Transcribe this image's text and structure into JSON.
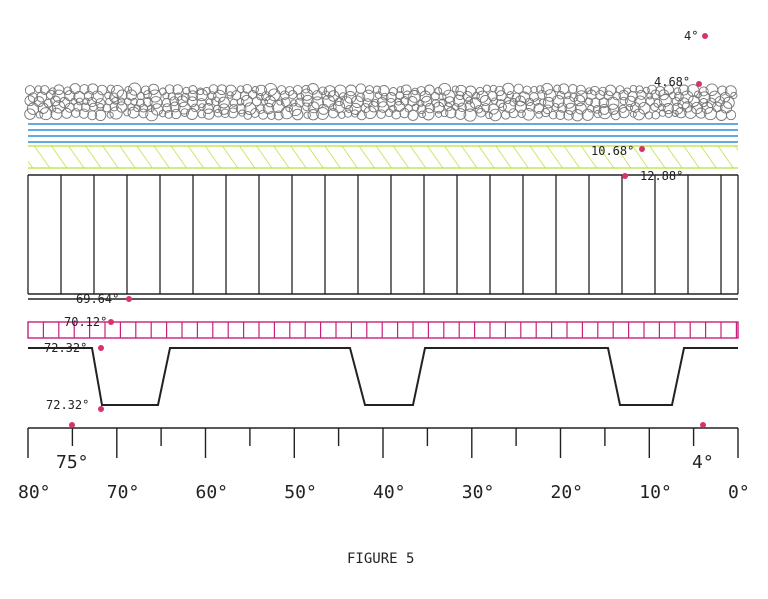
{
  "figure_caption": "FIGURE 5",
  "colors": {
    "ink": "#222222",
    "marker": "#d6336c",
    "blue_lines": "#2f8fd8",
    "hatch": "#b6e23a",
    "grid_magenta": "#c8207a"
  },
  "angle_markers": [
    {
      "value": 4,
      "label": "4°"
    },
    {
      "value": 4.68,
      "label": "4.68°"
    },
    {
      "value": 10.68,
      "label": "10.68°"
    },
    {
      "value": 12.88,
      "label": "12.88°"
    },
    {
      "value": 69.64,
      "label": "69.64°"
    },
    {
      "value": 70.12,
      "label": "70.12°"
    },
    {
      "value": 72.32,
      "label": "72.32°"
    },
    {
      "value": 72.32,
      "label": "72.32°"
    }
  ],
  "scale": {
    "tick_labels": [
      "80°",
      "70°",
      "60°",
      "50°",
      "40°",
      "30°",
      "20°",
      "10°",
      "0°"
    ],
    "extra_labels": {
      "left": "75°",
      "right": "4°"
    }
  },
  "layers": [
    "gravel-layer",
    "blue-lines-layer",
    "hatch-layer",
    "vertical-panels-layer",
    "magenta-grid-layer",
    "trapezoid-profile-layer"
  ]
}
